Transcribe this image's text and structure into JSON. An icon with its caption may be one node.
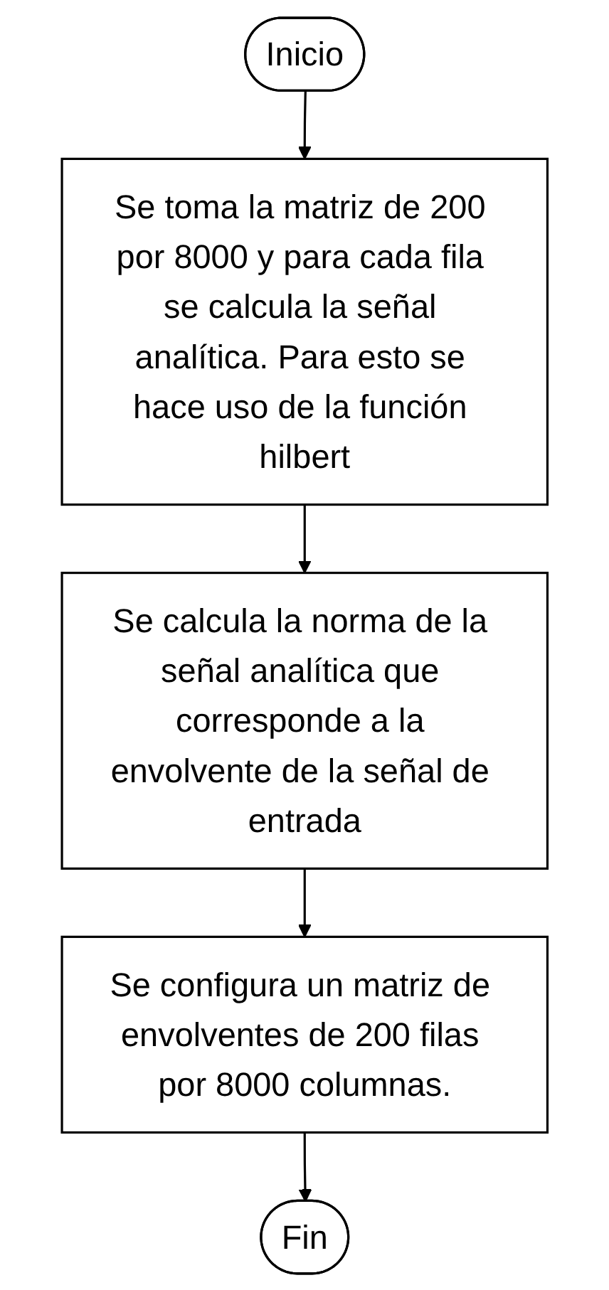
{
  "diagram": {
    "nodes": [
      {
        "text": [
          "Inicio"
        ]
      },
      {
        "text": [
          "Se toma la matriz de 200 por 8000 y para cada fila se calcula la señal analítica. Para esto se hace uso de la función hilbert"
        ]
      },
      {
        "text": [
          "Se calcula la norma de la señal analítica que corresponde a la envolvente de la señal de entrada"
        ]
      },
      {
        "text": [
          "Se configura un matriz de envolventes de 200 filas por 8000 columnas."
        ]
      },
      {
        "text": [
          "Fin"
        ]
      }
    ],
    "edges": [
      {
        "from": 0,
        "to": 1,
        "arrow": "to"
      },
      {
        "from": 1,
        "to": 2,
        "arrow": "to"
      },
      {
        "from": 2,
        "to": 3,
        "arrow": "to"
      },
      {
        "from": 3,
        "to": 4,
        "arrow": "to"
      }
    ]
  }
}
